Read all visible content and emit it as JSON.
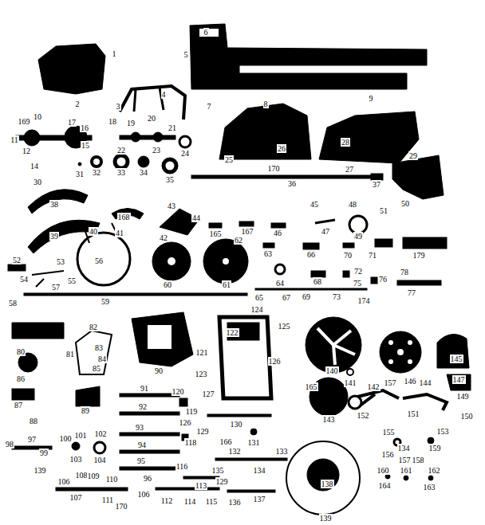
{
  "diagram": {
    "labels": [
      "1",
      "5",
      "6",
      "2",
      "3",
      "4",
      "7",
      "8",
      "9",
      "169",
      "10",
      "17",
      "16",
      "18",
      "19",
      "20",
      "21",
      "11",
      "12",
      "15",
      "22",
      "23",
      "24",
      "14",
      "25",
      "26",
      "28",
      "170",
      "27",
      "29",
      "30",
      "31",
      "32",
      "33",
      "34",
      "35",
      "36",
      "37",
      "38",
      "168",
      "43",
      "45",
      "48",
      "51",
      "50",
      "44",
      "165",
      "167",
      "46",
      "47",
      "49",
      "39",
      "40",
      "41",
      "42",
      "62",
      "52",
      "53",
      "56",
      "63",
      "66",
      "70",
      "71",
      "179",
      "54",
      "55",
      "57",
      "60",
      "61",
      "64",
      "68",
      "72",
      "75",
      "76",
      "78",
      "58",
      "59",
      "65",
      "67",
      "69",
      "73",
      "174",
      "77",
      "124",
      "82",
      "125",
      "122",
      "83",
      "121",
      "80",
      "81",
      "84",
      "145",
      "126",
      "85",
      "90",
      "140",
      "123",
      "86",
      "157",
      "144",
      "141",
      "146",
      "147",
      "165",
      "142",
      "91",
      "120",
      "127",
      "149",
      "87",
      "92",
      "89",
      "119",
      "151",
      "152",
      "150",
      "143",
      "88",
      "126",
      "130",
      "93",
      "129",
      "153",
      "155",
      "102",
      "101",
      "100",
      "97",
      "166",
      "118",
      "131",
      "98",
      "94",
      "134",
      "159",
      "132",
      "133",
      "99",
      "156",
      "103",
      "104",
      "95",
      "157",
      "158",
      "116",
      "135",
      "134",
      "160",
      "161",
      "162",
      "139",
      "108",
      "109",
      "96",
      "110",
      "106",
      "129",
      "138",
      "113",
      "164",
      "163",
      "106",
      "107",
      "111",
      "112",
      "114",
      "115",
      "136",
      "137",
      "170",
      "139"
    ]
  }
}
